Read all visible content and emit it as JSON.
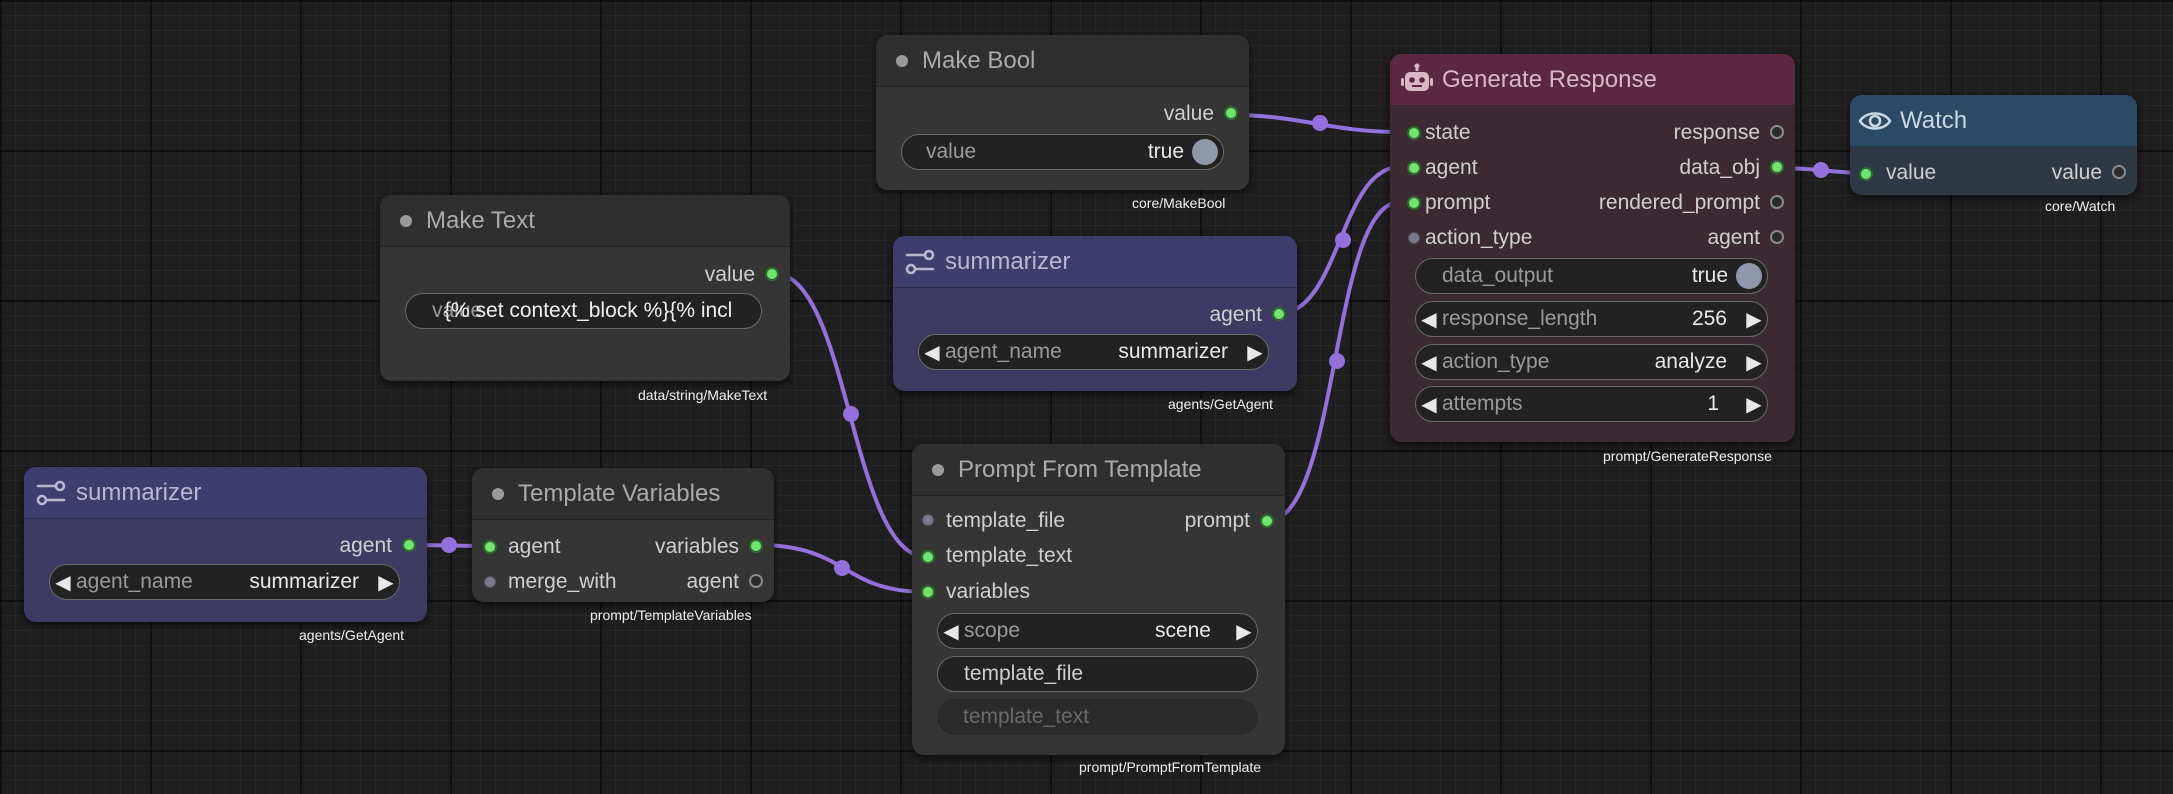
{
  "nodes": {
    "make_bool": {
      "title": "Make Bool",
      "output_value": "value",
      "widget_label": "value",
      "widget_value": "true",
      "caption": "core/MakeBool"
    },
    "make_text": {
      "title": "Make Text",
      "output_value": "value",
      "widget_label": "value",
      "widget_value": "{% set context_block %}{% incl",
      "caption": "data/string/MakeText"
    },
    "summarizer_top": {
      "title": "summarizer",
      "output_agent": "agent",
      "widget_label": "agent_name",
      "widget_value": "summarizer",
      "caption": "agents/GetAgent"
    },
    "summarizer_left": {
      "title": "summarizer",
      "output_agent": "agent",
      "widget_label": "agent_name",
      "widget_value": "summarizer",
      "caption": "agents/GetAgent"
    },
    "template_variables": {
      "title": "Template Variables",
      "in_agent": "agent",
      "in_merge_with": "merge_with",
      "out_variables": "variables",
      "out_agent": "agent",
      "caption": "prompt/TemplateVariables"
    },
    "prompt_from_template": {
      "title": "Prompt From Template",
      "in_template_file": "template_file",
      "in_template_text": "template_text",
      "in_variables": "variables",
      "out_prompt": "prompt",
      "scope_label": "scope",
      "scope_value": "scene",
      "template_file_widget": "template_file",
      "template_text_widget": "template_text",
      "caption": "prompt/PromptFromTemplate"
    },
    "generate_response": {
      "title": "Generate Response",
      "in_state": "state",
      "in_agent": "agent",
      "in_prompt": "prompt",
      "in_action_type": "action_type",
      "out_response": "response",
      "out_data_obj": "data_obj",
      "out_rendered_prompt": "rendered_prompt",
      "out_agent": "agent",
      "data_output_label": "data_output",
      "data_output_value": "true",
      "response_length_label": "response_length",
      "response_length_value": "256",
      "action_type_label": "action_type",
      "action_type_value": "analyze",
      "attempts_label": "attempts",
      "attempts_value": "1",
      "caption": "prompt/GenerateResponse"
    },
    "watch": {
      "title": "Watch",
      "in_value": "value",
      "out_value": "value",
      "caption": "core/Watch"
    }
  },
  "colors": {
    "wire": "#9370db",
    "slot_connected": "#6fe56f",
    "agent_node": "#3e3d6e",
    "generate_node": "#5c2740",
    "watch_node": "#2c4a63"
  }
}
